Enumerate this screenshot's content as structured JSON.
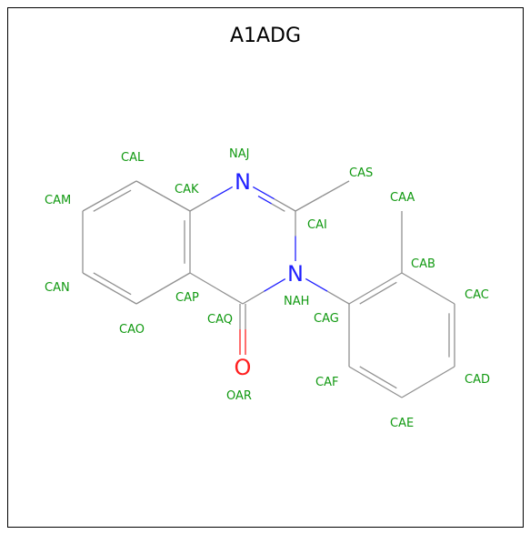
{
  "title": "A1ADG",
  "colors": {
    "bond": "#909090",
    "nitrogen": "#1f1fff",
    "oxygen": "#ff1f1f",
    "label": "#119911",
    "frame": "#000000"
  },
  "atoms": [
    {
      "id": "NAJ",
      "el": "N"
    },
    {
      "id": "CAK"
    },
    {
      "id": "CAL"
    },
    {
      "id": "CAM"
    },
    {
      "id": "CAN"
    },
    {
      "id": "CAO"
    },
    {
      "id": "CAP"
    },
    {
      "id": "CAQ"
    },
    {
      "id": "OAR",
      "el": "O"
    },
    {
      "id": "NAH",
      "el": "N"
    },
    {
      "id": "CAI"
    },
    {
      "id": "CAS"
    },
    {
      "id": "CAG"
    },
    {
      "id": "CAB"
    },
    {
      "id": "CAA"
    },
    {
      "id": "CAC"
    },
    {
      "id": "CAD"
    },
    {
      "id": "CAE"
    },
    {
      "id": "CAF"
    }
  ],
  "bonds": [
    [
      "CAK",
      "CAL",
      1
    ],
    [
      "CAL",
      "CAM",
      2
    ],
    [
      "CAM",
      "CAN",
      1
    ],
    [
      "CAN",
      "CAO",
      2
    ],
    [
      "CAO",
      "CAP",
      1
    ],
    [
      "CAP",
      "CAK",
      2
    ],
    [
      "CAK",
      "NAJ",
      1
    ],
    [
      "NAJ",
      "CAI",
      2
    ],
    [
      "CAI",
      "NAH",
      1
    ],
    [
      "NAH",
      "CAQ",
      1
    ],
    [
      "CAQ",
      "CAP",
      1
    ],
    [
      "CAQ",
      "OAR",
      2
    ],
    [
      "CAI",
      "CAS",
      1
    ],
    [
      "NAH",
      "CAG",
      1
    ],
    [
      "CAG",
      "CAB",
      2
    ],
    [
      "CAB",
      "CAC",
      1
    ],
    [
      "CAC",
      "CAD",
      2
    ],
    [
      "CAD",
      "CAE",
      1
    ],
    [
      "CAE",
      "CAF",
      2
    ],
    [
      "CAF",
      "CAG",
      1
    ],
    [
      "CAB",
      "CAA",
      1
    ]
  ]
}
